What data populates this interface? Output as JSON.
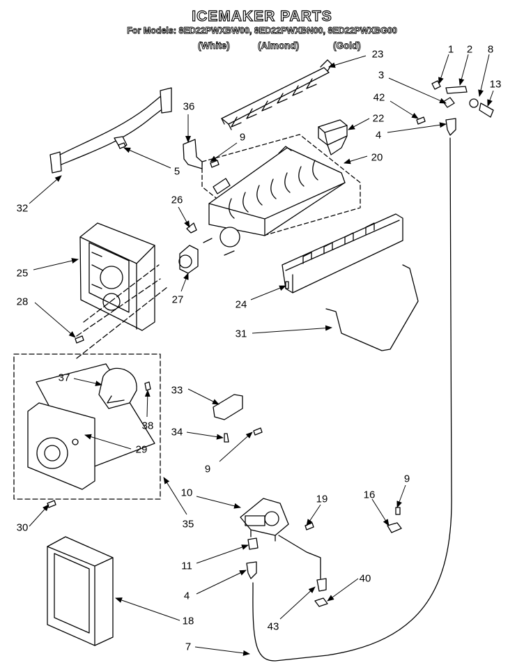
{
  "header": {
    "title": "ICEMAKER PARTS",
    "models_line": "For Models: 8ED22PWXBW00, 8ED22PWXBN00, 8ED22PWXBG00",
    "colors": [
      "(White)",
      "(Almond)",
      "(Gold)"
    ]
  },
  "callouts": {
    "c1": "1",
    "c2": "2",
    "c8": "8",
    "c3": "3",
    "c13": "13",
    "c42": "42",
    "c4a": "4",
    "c22": "22",
    "c20": "20",
    "c23": "23",
    "c36": "36",
    "c9a": "9",
    "c5": "5",
    "c32": "32",
    "c26": "26",
    "c25": "25",
    "c28": "28",
    "c27": "27",
    "c24": "24",
    "c31": "31",
    "c37": "37",
    "c38": "38",
    "c33": "33",
    "c34": "34",
    "c29": "29",
    "c9b": "9",
    "c10": "10",
    "c19": "19",
    "c16": "16",
    "c9c": "9",
    "c30": "30",
    "c35": "35",
    "c11": "11",
    "c4b": "4",
    "c40": "40",
    "c18": "18",
    "c43": "43",
    "c7": "7"
  }
}
